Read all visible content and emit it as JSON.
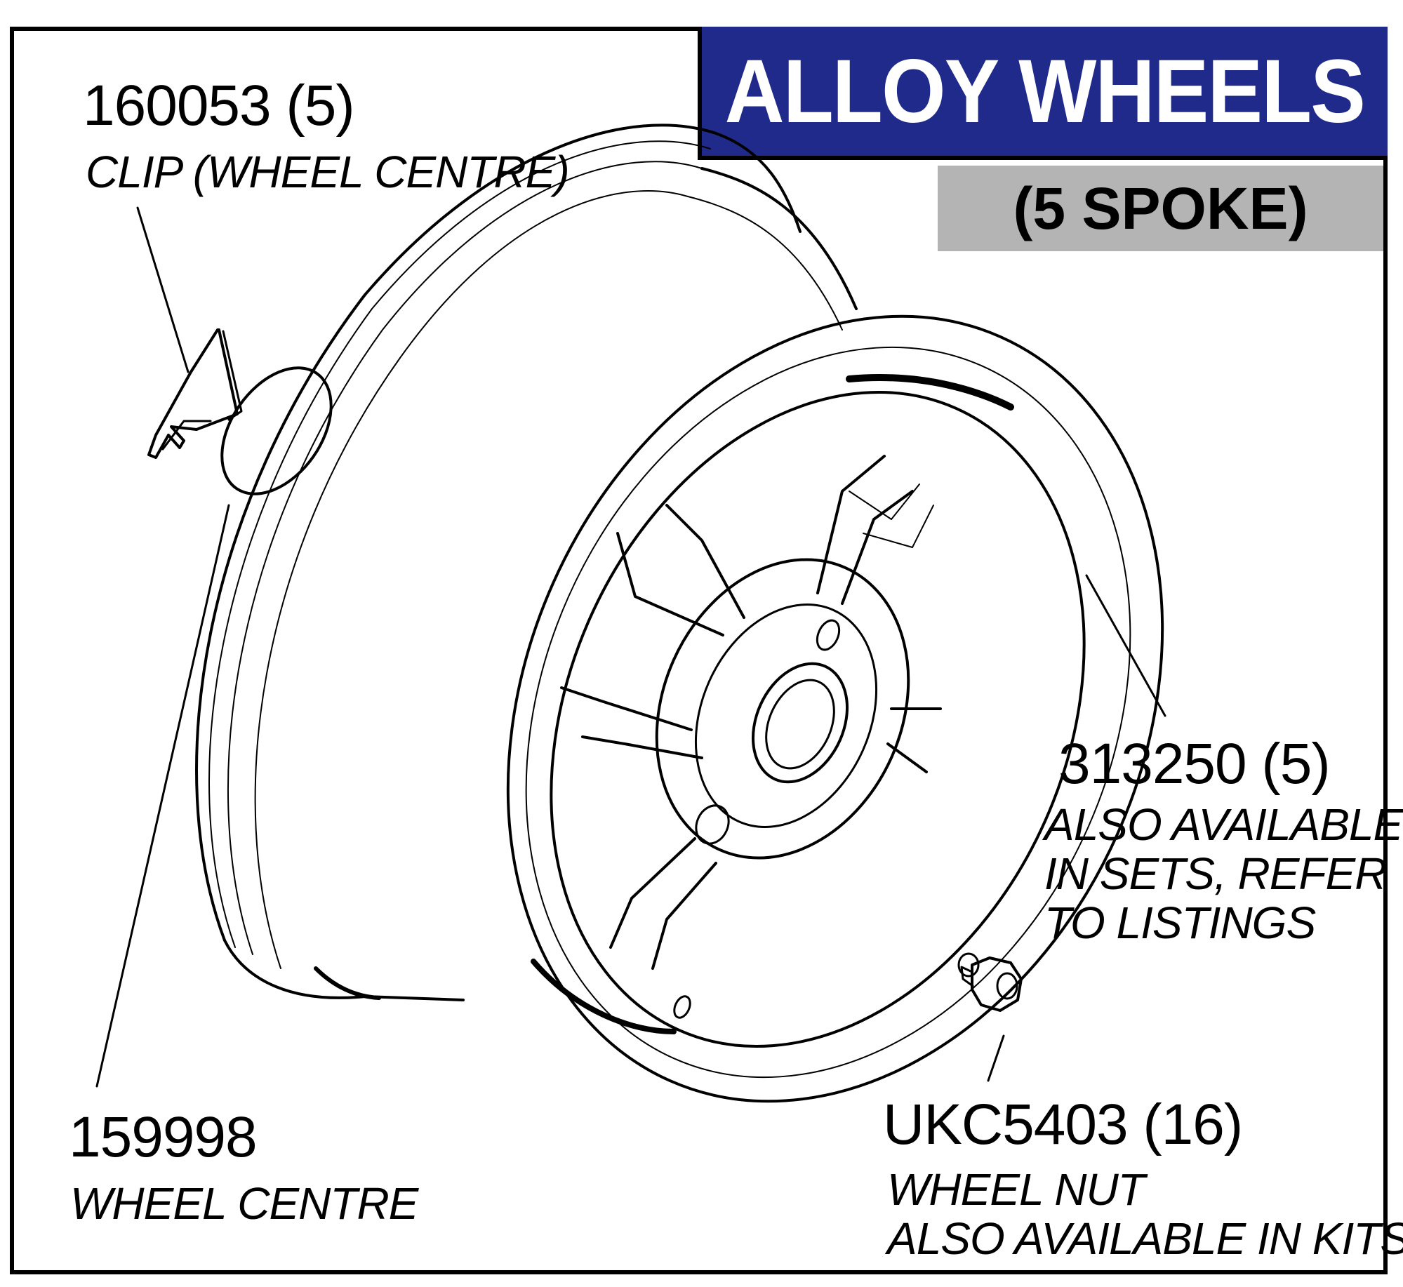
{
  "header": {
    "title": "ALLOY WHEELS",
    "subtitle": "(5 SPOKE)"
  },
  "parts": {
    "clip": {
      "number": "160053 (5)",
      "description": "CLIP (WHEEL CENTRE)"
    },
    "wheel_centre": {
      "number": "159998",
      "description": "WHEEL CENTRE"
    },
    "wheel": {
      "number": "313250 (5)",
      "description_lines": [
        "ALSO AVAILABLE",
        "IN SETS, REFER",
        "TO LISTINGS"
      ]
    },
    "wheel_nut": {
      "number": "UKC5403 (16)",
      "description_lines": [
        "WHEEL NUT",
        "ALSO AVAILABLE IN KITS"
      ]
    }
  },
  "colors": {
    "title_background": "#1f2a8a",
    "subtitle_background": "#b4b4b4",
    "line": "#000000"
  }
}
